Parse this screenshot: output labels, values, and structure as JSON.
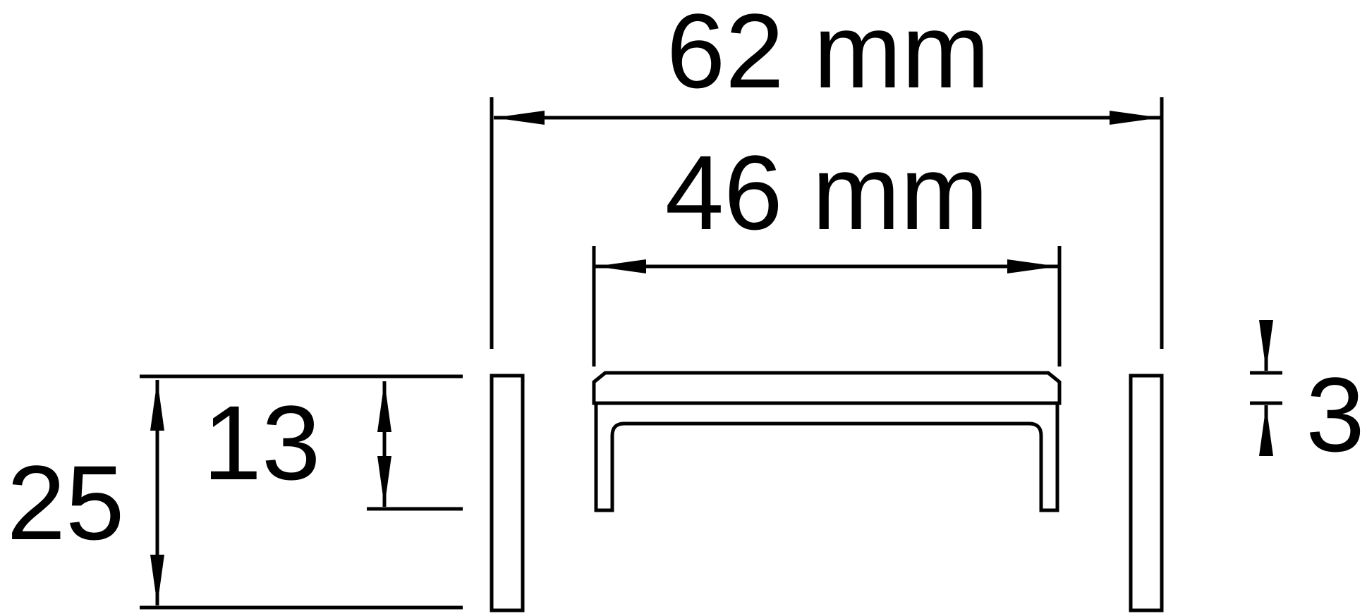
{
  "figure": {
    "type": "technical-dimension-drawing",
    "background_color": "#ffffff",
    "line_color": "#000000",
    "subject": "handle-profile-with-end-caps",
    "dimensions": {
      "overall_width": {
        "label": "62 mm",
        "value": 62,
        "unit": "mm"
      },
      "inner_width": {
        "label": "46 mm",
        "value": 46,
        "unit": "mm"
      },
      "overall_height": {
        "label": "25",
        "value": 25,
        "unit": "mm"
      },
      "leg_depth": {
        "label": "13",
        "value": 13,
        "unit": "mm"
      },
      "bar_thickness": {
        "label": "3",
        "value": 3,
        "unit": "mm"
      }
    }
  }
}
